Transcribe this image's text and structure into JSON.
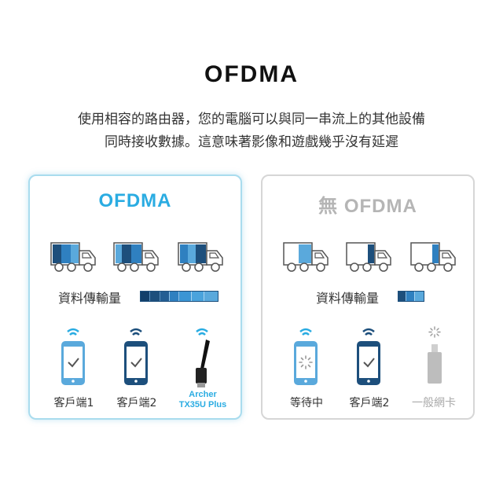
{
  "header": {
    "title": "OFDMA",
    "subtitle_line1": "使用相容的路由器，您的電腦可以與同一串流上的其他設備",
    "subtitle_line2": "同時接收數據。這意味著影像和遊戲幾乎沒有延遲"
  },
  "left_card": {
    "title": "OFDMA",
    "throughput_label": "資料傳輸量",
    "devices": [
      {
        "label": "客戶端1",
        "icon": "phone-check-icon"
      },
      {
        "label": "客戶端2",
        "icon": "phone-check-icon"
      },
      {
        "label_line1": "Archer",
        "label_line2": "TX35U Plus",
        "icon": "usb-adapter-icon"
      }
    ]
  },
  "right_card": {
    "title": "無 OFDMA",
    "throughput_label": "資料傳輸量",
    "devices": [
      {
        "label": "等待中",
        "icon": "phone-loading-icon"
      },
      {
        "label": "客戶端2",
        "icon": "phone-check-icon"
      },
      {
        "label": "一般網卡",
        "icon": "usb-stick-icon"
      }
    ]
  },
  "colors": {
    "accent": "#2aace2",
    "dark_blue": "#1d4f7c",
    "gray": "#b5b5b5"
  }
}
